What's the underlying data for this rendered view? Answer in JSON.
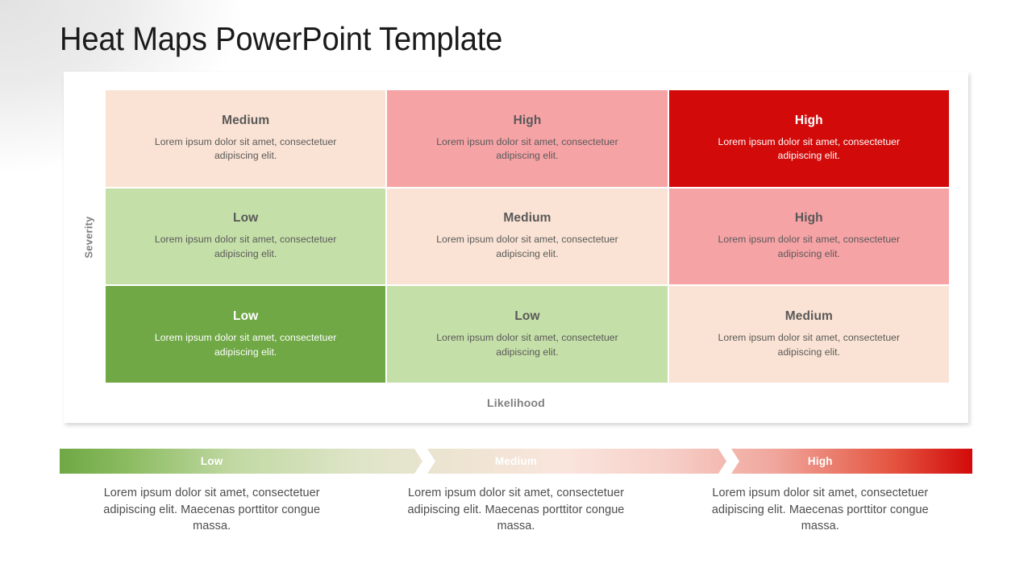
{
  "title": "Heat Maps PowerPoint Template",
  "axes": {
    "y_label": "Severity",
    "x_label": "Likelihood"
  },
  "colors": {
    "green_strong": "#6fa845",
    "green_light": "#c5dfa8",
    "cream": "#fae3d4",
    "pink": "#f3a0a3",
    "red_strong": "#d20a0a",
    "text_dark": "#4d4d4d",
    "text_light": "#ffffff",
    "axis_gray": "#808080"
  },
  "body_text": "Lorem ipsum dolor sit amet, consectetuer adipiscing elit.",
  "matrix": {
    "rows": [
      [
        {
          "title": "Medium",
          "body": "Lorem ipsum dolor sit amet, consectetuer adipiscing  elit.",
          "bg": "#fae3d4",
          "fg": "#595959"
        },
        {
          "title": "High",
          "body": "Lorem ipsum dolor sit amet, consectetuer adipiscing  elit.",
          "bg": "#f6a3a6",
          "fg": "#595959"
        },
        {
          "title": "High",
          "body": "Lorem ipsum dolor sit amet, consectetuer adipiscing  elit.",
          "bg": "#d20a0a",
          "fg": "#ffffff"
        }
      ],
      [
        {
          "title": "Low",
          "body": "Lorem ipsum dolor sit amet, consectetuer adipiscing  elit.",
          "bg": "#c5dfa8",
          "fg": "#595959"
        },
        {
          "title": "Medium",
          "body": "Lorem ipsum dolor sit amet, consectetuer adipiscing  elit.",
          "bg": "#fae3d4",
          "fg": "#595959"
        },
        {
          "title": "High",
          "body": "Lorem ipsum dolor sit amet, consectetuer adipiscing  elit.",
          "bg": "#f6a3a6",
          "fg": "#595959"
        }
      ],
      [
        {
          "title": "Low",
          "body": "Lorem ipsum dolor sit amet, consectetuer adipiscing  elit.",
          "bg": "#6fa845",
          "fg": "#ffffff"
        },
        {
          "title": "Low",
          "body": "Lorem ipsum dolor sit amet, consectetuer adipiscing  elit.",
          "bg": "#c5dfa8",
          "fg": "#595959"
        },
        {
          "title": "Medium",
          "body": "Lorem ipsum dolor sit amet, consectetuer adipiscing  elit.",
          "bg": "#fae3d4",
          "fg": "#595959"
        }
      ]
    ]
  },
  "legend": {
    "segments": [
      {
        "label": "Low"
      },
      {
        "label": "Medium"
      },
      {
        "label": "High"
      }
    ]
  },
  "descriptions": [
    {
      "text": "Lorem ipsum dolor sit amet, consectetuer adipiscing elit. Maecenas porttitor congue massa."
    },
    {
      "text": "Lorem ipsum dolor sit amet, consectetuer adipiscing elit. Maecenas porttitor congue massa."
    },
    {
      "text": "Lorem ipsum dolor sit amet, consectetuer adipiscing elit. Maecenas porttitor congue massa."
    }
  ]
}
